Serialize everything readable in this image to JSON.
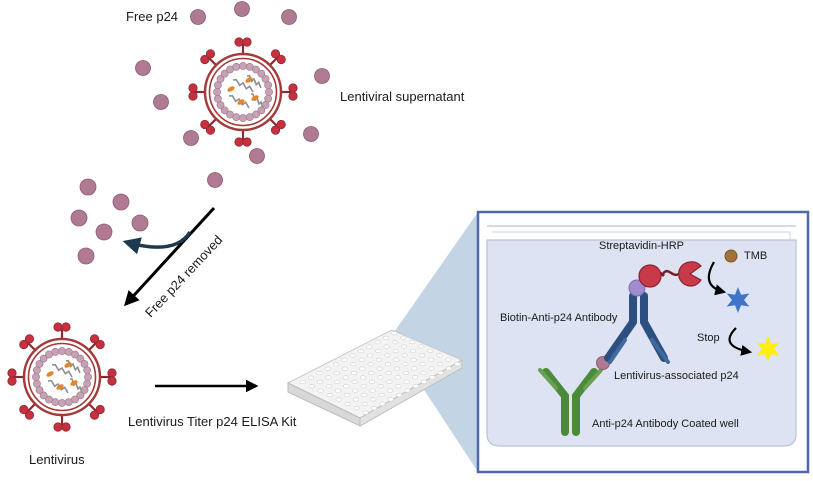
{
  "labels": {
    "free_p24": "Free p24",
    "lentiviral_supernatant": "Lentiviral supernatant",
    "free_p24_removed": "Free p24 removed",
    "lentivirus": "Lentivirus",
    "kit": "Lentivirus Titer p24 ELISA Kit",
    "streptavidin_hrp": "Streptavidin-HRP",
    "tmb": "TMB",
    "biotin_antibody": "Biotin-Anti-p24 Antibody",
    "stop": "Stop",
    "lentivirus_associated_p24": "Lentivirus-associated p24",
    "coated_well": "Anti-p24 Antibody Coated well"
  },
  "colors": {
    "p24": "#b07a92",
    "virus_ring": "#a43a3a",
    "spike": "#c83040",
    "antibody_blue": "#2c4f7f",
    "antibody_green": "#4b8a3a",
    "panel_border": "#4c6aa8",
    "panel_fill": "#dde3f2",
    "zoom_fill": "#b9cde0",
    "hrp": "#c8394a",
    "biotin": "#9f8bd0",
    "tmb": "#a5713a",
    "star_blue": "#3f74c9",
    "star_yellow": "#ffee10"
  }
}
